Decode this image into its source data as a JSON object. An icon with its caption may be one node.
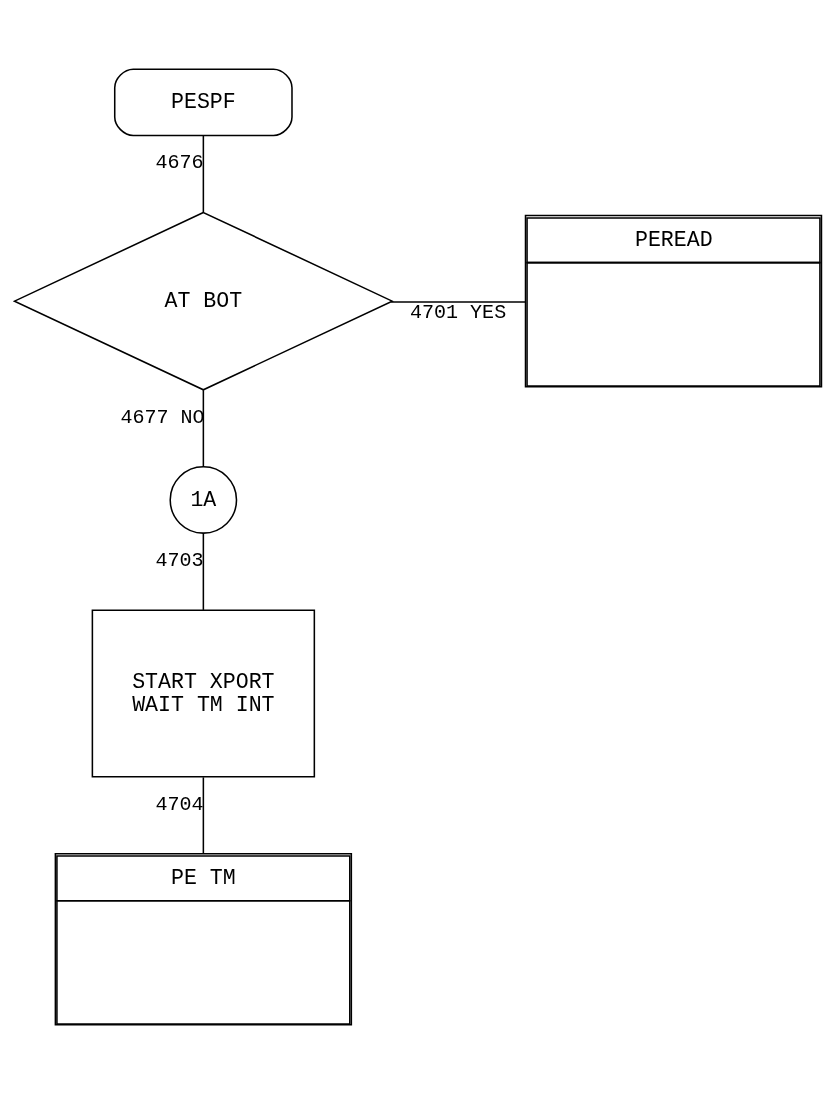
{
  "diagram": {
    "nodes": [
      {
        "text": [
          "PESPF"
        ]
      },
      {
        "text": [
          "AT BOT"
        ]
      },
      {
        "text": [
          "PEREAD"
        ]
      },
      {
        "text": [
          "1A"
        ]
      },
      {
        "text": [
          "START XPORT",
          "WAIT TM INT"
        ]
      },
      {
        "text": [
          "PE TM"
        ]
      }
    ],
    "edges": [
      {
        "from": 0,
        "to": 1,
        "arrow": "none",
        "label": "4676"
      },
      {
        "from": 1,
        "to": 2,
        "arrow": "none",
        "label": "4701 YES"
      },
      {
        "from": 1,
        "to": 3,
        "arrow": "none",
        "label": "4677 NO"
      },
      {
        "from": 3,
        "to": 4,
        "arrow": "none",
        "label": "4703"
      },
      {
        "from": 4,
        "to": 5,
        "arrow": "none",
        "label": "4704"
      }
    ]
  }
}
